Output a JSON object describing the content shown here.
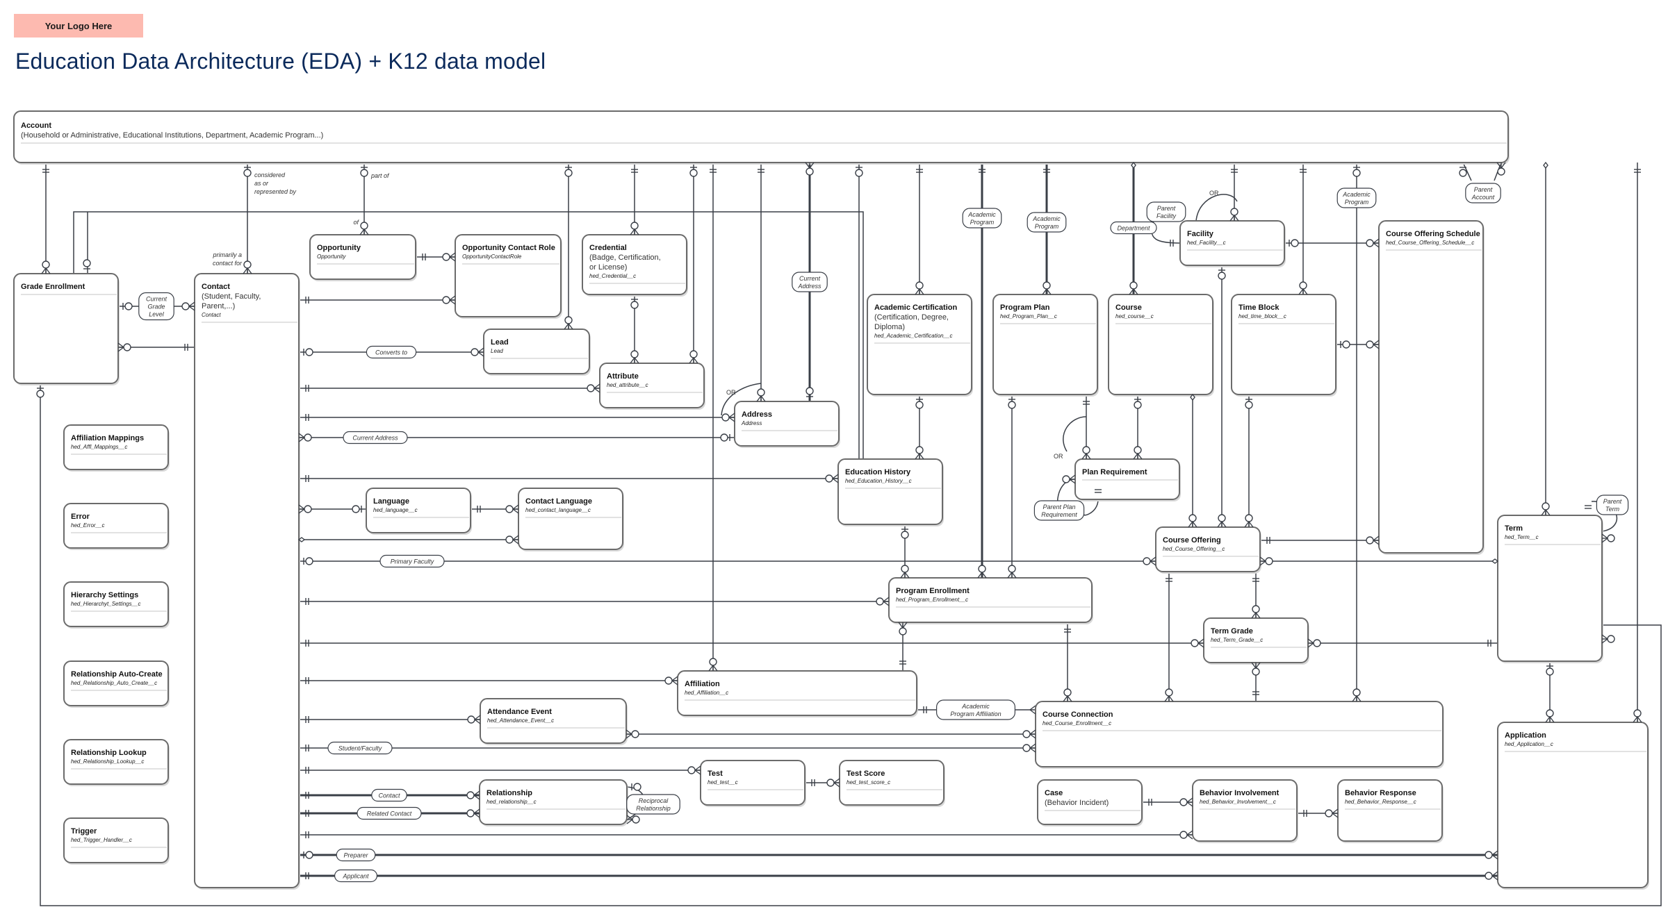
{
  "header": {
    "logo_text": "Your Logo Here",
    "title": "Education Data Architecture (EDA) + K12 data model"
  },
  "colors": {
    "logo_bg": "#fdbab0",
    "title": "#0b2a5b",
    "line": "#3a3f47",
    "box_border": "#6b6b6b"
  },
  "entities": [
    {
      "id": "account",
      "title": "Account",
      "subtitle": "(Household or Administrative, Educational Institutions, Department, Academic Program...)",
      "api": ""
    },
    {
      "id": "grade_enrollment",
      "title": "Grade Enrollment",
      "subtitle": "",
      "api": ""
    },
    {
      "id": "contact",
      "title": "Contact",
      "subtitle": "(Student, Faculty, Parent,...)",
      "api": "Contact"
    },
    {
      "id": "opportunity",
      "title": "Opportunity",
      "subtitle": "",
      "api": "Opportunity"
    },
    {
      "id": "opportunity_contact_role",
      "title": "Opportunity Contact Role",
      "subtitle": "",
      "api": "OpportunityContactRole"
    },
    {
      "id": "credential",
      "title": "Credential",
      "subtitle": "(Badge, Certification, or License)",
      "api": "hed_Credential__c"
    },
    {
      "id": "lead",
      "title": "Lead",
      "subtitle": "",
      "api": "Lead"
    },
    {
      "id": "attribute",
      "title": "Attribute",
      "subtitle": "",
      "api": "hed_attribute__c"
    },
    {
      "id": "address",
      "title": "Address",
      "subtitle": "",
      "api": "Address"
    },
    {
      "id": "academic_certification",
      "title": "Academic Certification",
      "subtitle": "(Certification, Degree, Diploma)",
      "api": "hed_Academic_Certification__c"
    },
    {
      "id": "program_plan",
      "title": "Program Plan",
      "subtitle": "",
      "api": "hed_Program_Plan__c"
    },
    {
      "id": "course",
      "title": "Course",
      "subtitle": "",
      "api": "hed_course__c"
    },
    {
      "id": "facility",
      "title": "Facility",
      "subtitle": "",
      "api": "hed_Facility__c"
    },
    {
      "id": "time_block",
      "title": "Time Block",
      "subtitle": "",
      "api": "hed_time_block__c"
    },
    {
      "id": "course_offering_schedule",
      "title": "Course Offering Schedule",
      "subtitle": "",
      "api": "hed_Course_Offering_Schedule__c"
    },
    {
      "id": "education_history",
      "title": "Education History",
      "subtitle": "",
      "api": "hed_Education_History__c"
    },
    {
      "id": "plan_requirement",
      "title": "Plan Requirement",
      "subtitle": "",
      "api": ""
    },
    {
      "id": "language",
      "title": "Language",
      "subtitle": "",
      "api": "hed_language__c"
    },
    {
      "id": "contact_language",
      "title": "Contact Language",
      "subtitle": "",
      "api": "hed_contact_language__c"
    },
    {
      "id": "course_offering",
      "title": "Course Offering",
      "subtitle": "",
      "api": "hed_Course_Offering__c"
    },
    {
      "id": "term",
      "title": "Term",
      "subtitle": "",
      "api": "hed_Term__c"
    },
    {
      "id": "program_enrollment",
      "title": "Program Enrollment",
      "subtitle": "",
      "api": "hed_Program_Enrollment__c"
    },
    {
      "id": "term_grade",
      "title": "Term Grade",
      "subtitle": "",
      "api": "hed_Term_Grade__c"
    },
    {
      "id": "affiliation",
      "title": "Affiliation",
      "subtitle": "",
      "api": "hed_Affiliation__c"
    },
    {
      "id": "attendance_event",
      "title": "Attendance Event",
      "subtitle": "",
      "api": "hed_Attendance_Event__c"
    },
    {
      "id": "course_connection",
      "title": "Course Connection",
      "subtitle": "",
      "api": "hed_Course_Enrollment__c"
    },
    {
      "id": "application",
      "title": "Application",
      "subtitle": "",
      "api": "hed_Application__c"
    },
    {
      "id": "test",
      "title": "Test",
      "subtitle": "",
      "api": "hed_test__c"
    },
    {
      "id": "test_score",
      "title": "Test Score",
      "subtitle": "",
      "api": "hed_test_score_c"
    },
    {
      "id": "relationship",
      "title": "Relationship",
      "subtitle": "",
      "api": "hed_relationship__c"
    },
    {
      "id": "case",
      "title": "Case",
      "subtitle": "(Behavior Incident)",
      "api": ""
    },
    {
      "id": "behavior_involvement",
      "title": "Behavior Involvement",
      "subtitle": "",
      "api": "hed_Behavior_Involvement__c"
    },
    {
      "id": "behavior_response",
      "title": "Behavior Response",
      "subtitle": "",
      "api": "hed_Behavior_Response__c"
    },
    {
      "id": "affiliation_mappings",
      "title": "Affiliation Mappings",
      "subtitle": "",
      "api": "hed_Affl_Mappings__c"
    },
    {
      "id": "error",
      "title": "Error",
      "subtitle": "",
      "api": "hed_Error__c"
    },
    {
      "id": "hierarchy_settings",
      "title": "Hierarchy Settings",
      "subtitle": "",
      "api": "hed_Hierarchyt_Settings__c"
    },
    {
      "id": "relationship_auto_create",
      "title": "Relationship Auto-Create",
      "subtitle": "",
      "api": "hed_Relationship_Auto_Create__c"
    },
    {
      "id": "relationship_lookup",
      "title": "Relationship Lookup",
      "subtitle": "",
      "api": "hed_Relationship_Lookup__c"
    },
    {
      "id": "trigger",
      "title": "Trigger",
      "subtitle": "",
      "api": "hed_Trigger_Handler__c"
    }
  ],
  "relationship_labels": [
    {
      "id": "current_grade_level",
      "lines": [
        "Current",
        "Grade",
        "Level"
      ]
    },
    {
      "id": "converts_to",
      "lines": [
        "Converts to"
      ]
    },
    {
      "id": "current_address_v",
      "lines": [
        "Current",
        "Address"
      ]
    },
    {
      "id": "current_address_h",
      "lines": [
        "Current Address"
      ]
    },
    {
      "id": "academic_program_1",
      "lines": [
        "Academic",
        "Program"
      ]
    },
    {
      "id": "academic_program_2",
      "lines": [
        "Academic",
        "Program"
      ]
    },
    {
      "id": "academic_program_3",
      "lines": [
        "Academic",
        "Program"
      ]
    },
    {
      "id": "department",
      "lines": [
        "Department"
      ]
    },
    {
      "id": "parent_facility",
      "lines": [
        "Parent",
        "Facility"
      ]
    },
    {
      "id": "parent_account",
      "lines": [
        "Parent",
        "Account"
      ]
    },
    {
      "id": "parent_term",
      "lines": [
        "Parent",
        "Term"
      ]
    },
    {
      "id": "parent_plan_requirement",
      "lines": [
        "Parent Plan",
        "Requirement"
      ]
    },
    {
      "id": "primary_faculty",
      "lines": [
        "Primary Faculty"
      ]
    },
    {
      "id": "academic_program_affiliation",
      "lines": [
        "Academic",
        "Program Affiliation"
      ]
    },
    {
      "id": "student_faculty",
      "lines": [
        "Student/Faculty"
      ]
    },
    {
      "id": "contact_rel",
      "lines": [
        "Contact"
      ]
    },
    {
      "id": "related_contact",
      "lines": [
        "Related Contact"
      ]
    },
    {
      "id": "reciprocal_relationship",
      "lines": [
        "Reciprocal",
        "Relationship"
      ]
    },
    {
      "id": "preparer",
      "lines": [
        "Preparer"
      ]
    },
    {
      "id": "applicant",
      "lines": [
        "Applicant"
      ]
    }
  ],
  "annotations": [
    {
      "id": "considered_as",
      "lines": [
        "considered",
        "as or",
        "represented by"
      ]
    },
    {
      "id": "primarily_contact_for",
      "lines": [
        "primarily a",
        "contact for"
      ]
    },
    {
      "id": "part_of",
      "lines": [
        "part of"
      ]
    },
    {
      "id": "of",
      "lines": [
        "of"
      ]
    },
    {
      "id": "or_address",
      "lines": [
        "OR"
      ]
    },
    {
      "id": "or_facility",
      "lines": [
        "OR"
      ]
    },
    {
      "id": "or_plan",
      "lines": [
        "OR"
      ]
    }
  ]
}
